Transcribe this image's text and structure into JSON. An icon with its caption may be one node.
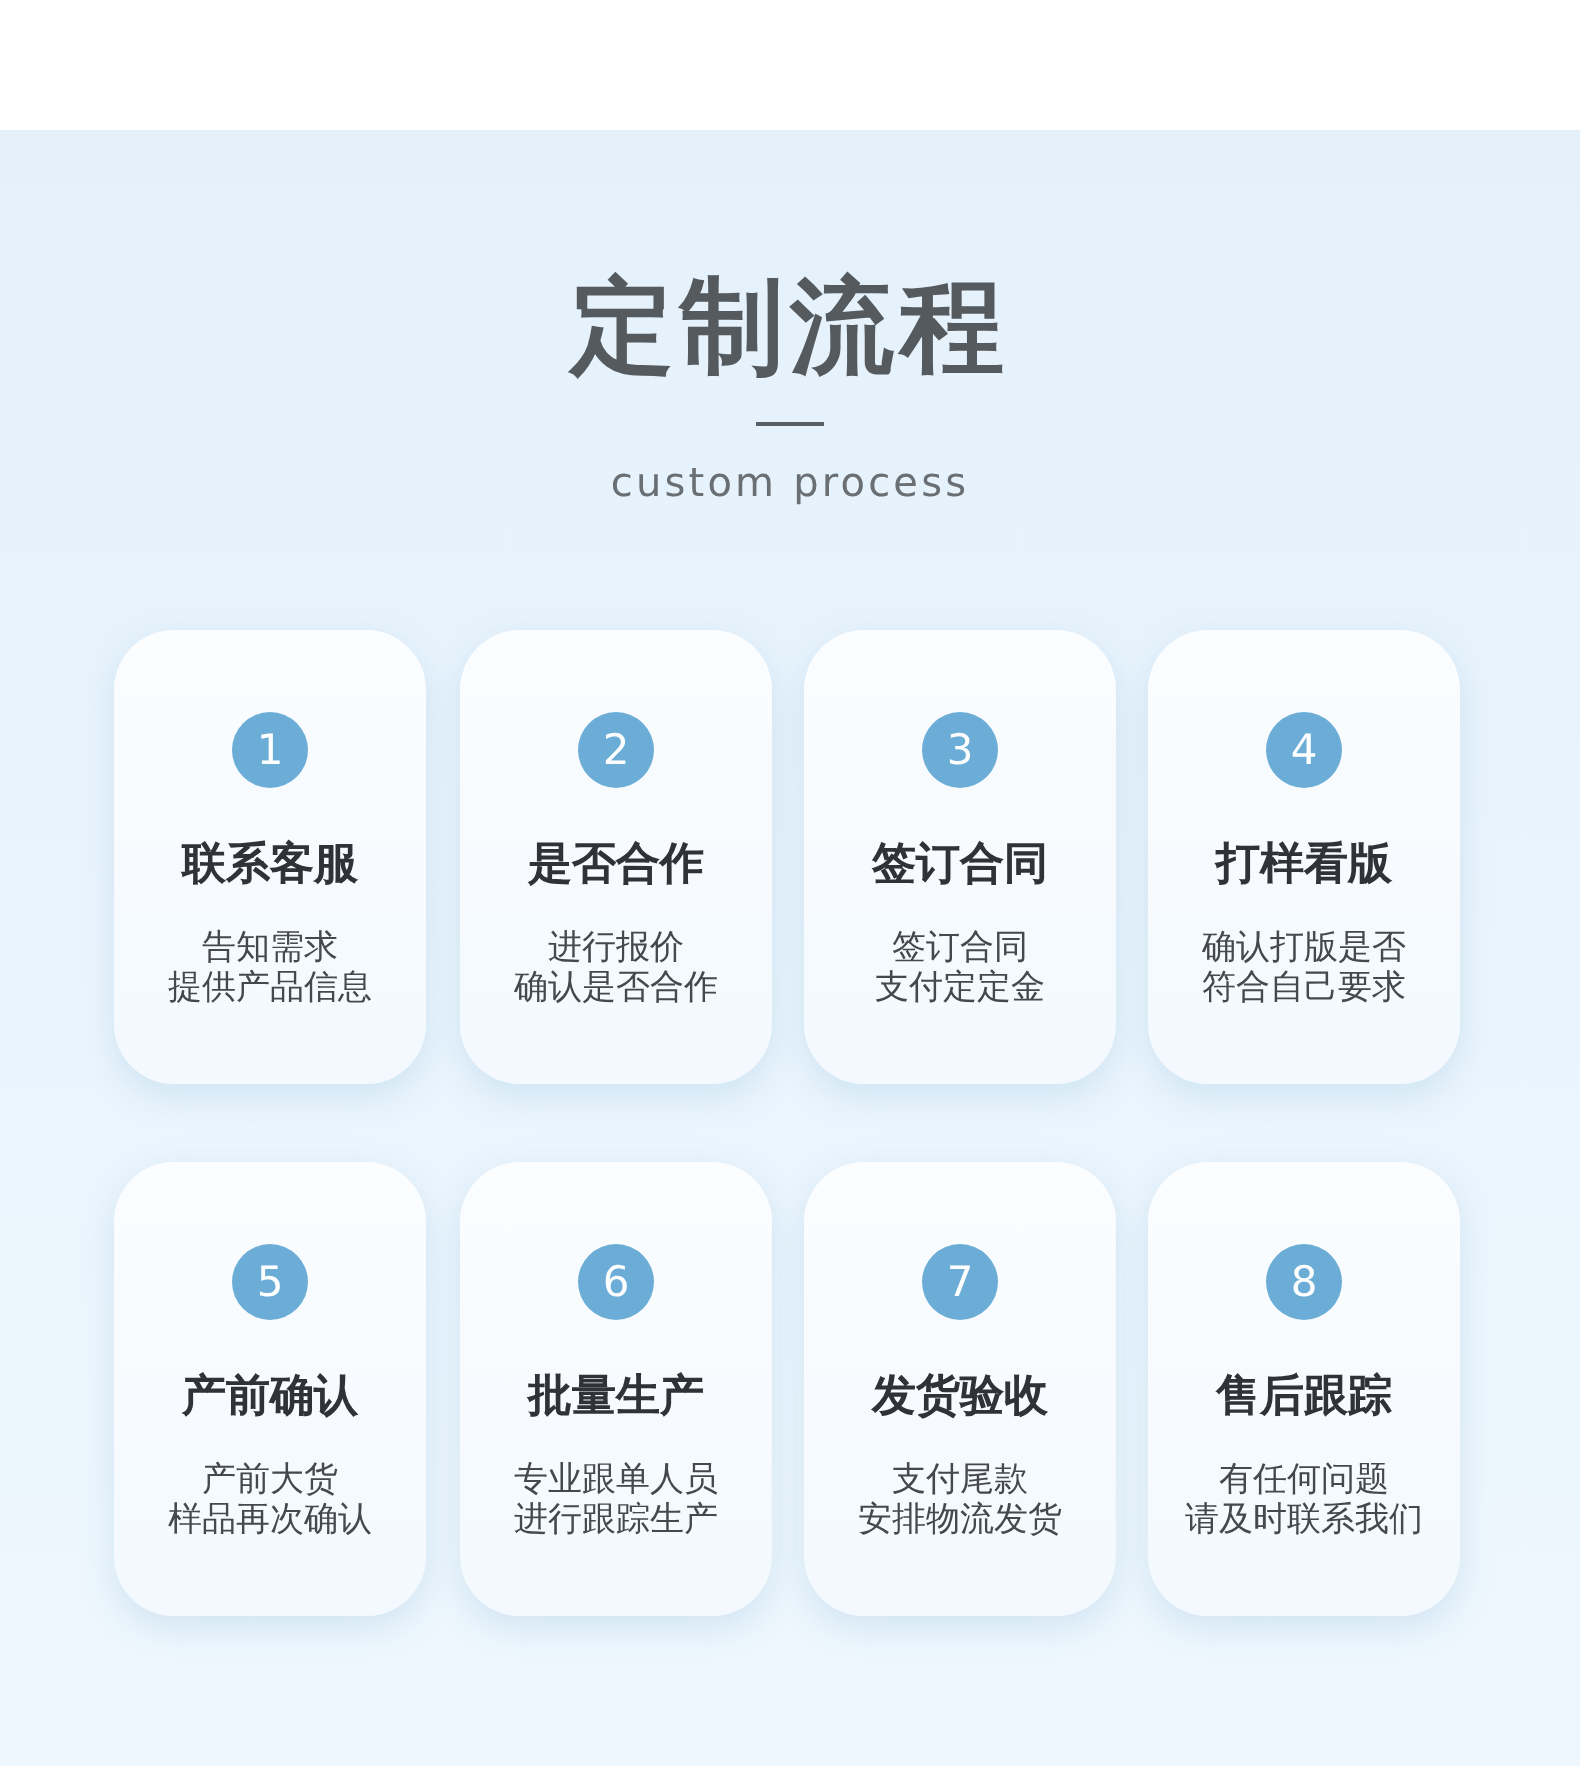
{
  "diagram": {
    "title": "定制流程",
    "nodes": [
      {
        "text": [
          "联系客服",
          "告知需求",
          "提供产品信息"
        ]
      },
      {
        "text": [
          "1"
        ],
        "in": 0
      },
      {
        "text": [
          "是否合作",
          "进行报价",
          "确认是否合作"
        ]
      },
      {
        "text": [
          "2"
        ],
        "in": 2
      },
      {
        "text": [
          "签订合同",
          "签订合同",
          "支付定定金"
        ]
      },
      {
        "text": [
          "3"
        ],
        "in": 4
      },
      {
        "text": [
          "打样看版",
          "确认打版是否",
          "符合自己要求"
        ]
      },
      {
        "text": [
          "4"
        ],
        "in": 6
      },
      {
        "text": [
          "产前确认",
          "产前大货",
          "样品再次确认"
        ]
      },
      {
        "text": [
          "5"
        ],
        "in": 8
      },
      {
        "text": [
          "批量生产",
          "专业跟单人员",
          "进行跟踪生产"
        ]
      },
      {
        "text": [
          "6"
        ],
        "in": 10
      },
      {
        "text": [
          "发货验收",
          "支付尾款",
          "安排物流发货"
        ]
      },
      {
        "text": [
          "7"
        ],
        "in": 12
      },
      {
        "text": [
          "售后跟踪",
          "有任何问题",
          "请及时联系我们"
        ]
      },
      {
        "text": [
          "8"
        ],
        "in": 14
      }
    ],
    "labels": [
      "custom process"
    ]
  }
}
